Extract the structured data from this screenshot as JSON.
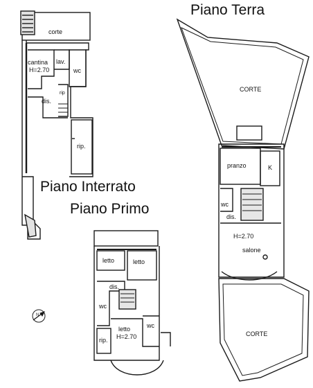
{
  "titles": {
    "ground": "Piano Terra",
    "basement": "Piano Interrato",
    "first": "Piano Primo"
  },
  "basement_rooms": {
    "corte": "corte",
    "cantina": "cantina",
    "cantina_height": "H=2.70",
    "lav": "lav.",
    "wc": "wc",
    "rip_small": "rip",
    "dis": "dis.",
    "rip": "rip."
  },
  "ground_rooms": {
    "corte_top": "CORTE",
    "pranzo": "pranzo",
    "k": "K",
    "wc": "wc",
    "dis": "dis.",
    "salone_height": "H=2.70",
    "salone": "salone",
    "corte_bottom": "CORTE"
  },
  "first_rooms": {
    "letto_1": "letto",
    "letto_2": "letto",
    "dis": "dis.",
    "wc_1": "wc",
    "letto_3": "letto",
    "letto_3_height": "H=2.70",
    "wc_2": "wc",
    "rip": "rip."
  },
  "compass": {
    "label": "N",
    "icon": "north-arrow-icon"
  },
  "colors": {
    "wall": "#1a1a1a",
    "fill": "#d9d9d9",
    "background": "#ffffff"
  }
}
